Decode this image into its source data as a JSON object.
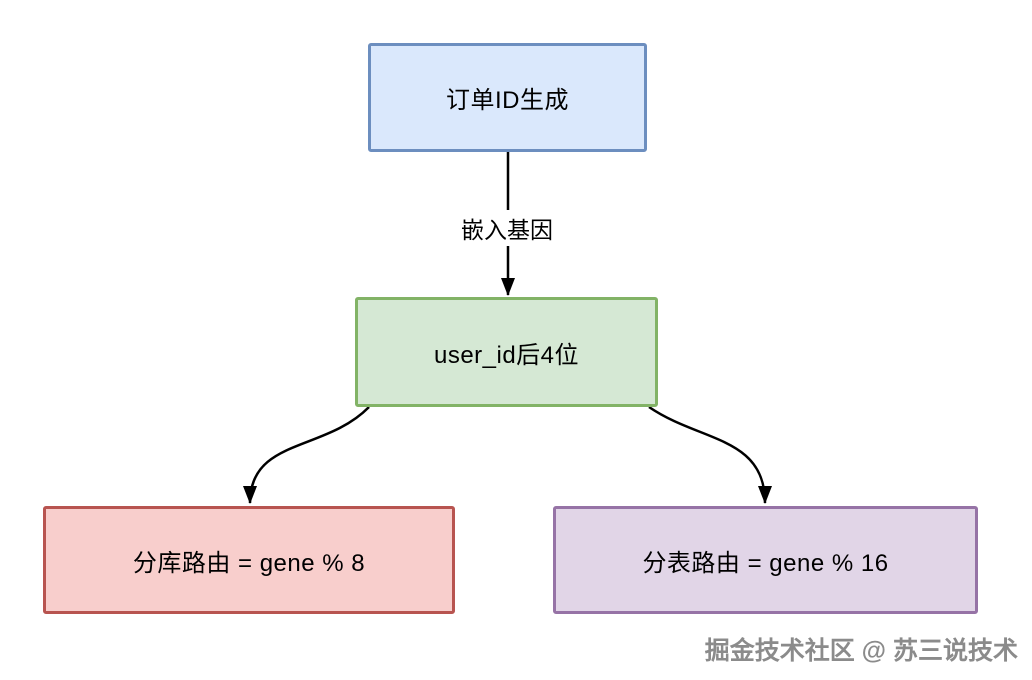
{
  "flowchart": {
    "nodes": [
      {
        "id": "order-id",
        "label": "订单ID生成",
        "fill": "#dae8fc",
        "stroke": "#6c8ebf"
      },
      {
        "id": "gene",
        "label": "user_id后4位",
        "fill": "#d5e8d4",
        "stroke": "#82b366"
      },
      {
        "id": "db-route",
        "label": "分库路由 = gene % 8",
        "fill": "#f8cecc",
        "stroke": "#b85450"
      },
      {
        "id": "table-route",
        "label": "分表路由 = gene % 16",
        "fill": "#e1d5e7",
        "stroke": "#9673a6"
      }
    ],
    "edges": [
      {
        "from": "order-id",
        "to": "gene",
        "label": "嵌入基因"
      },
      {
        "from": "gene",
        "to": "db-route",
        "label": ""
      },
      {
        "from": "gene",
        "to": "table-route",
        "label": ""
      }
    ],
    "edge_color": "#000000"
  },
  "watermark": {
    "text": "掘金技术社区 @ 苏三说技术",
    "color": "#8b8b8b"
  }
}
